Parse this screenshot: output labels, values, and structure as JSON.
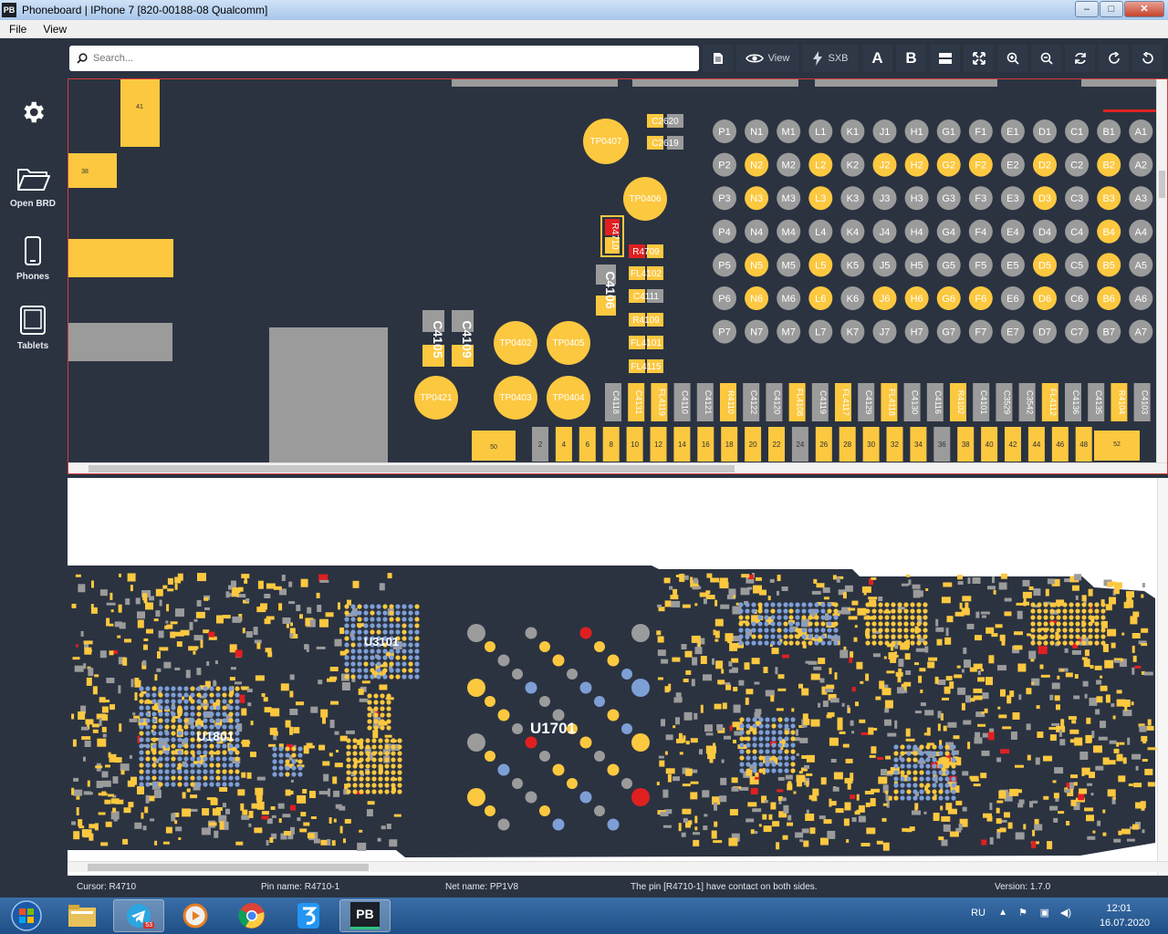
{
  "window": {
    "logo": "PB",
    "title": "Phoneboard | IPhone 7 [820-00188-08 Qualcomm]",
    "buttons": {
      "minimize": "–",
      "maximize": "□",
      "close": "✕"
    }
  },
  "menu": {
    "file": "File",
    "view": "View"
  },
  "sidebar": {
    "settings_icon": "gear-icon",
    "items": [
      {
        "label": "Open BRD",
        "icon": "folder-icon"
      },
      {
        "label": "Phones",
        "icon": "phone-icon"
      },
      {
        "label": "Tablets",
        "icon": "tablet-icon"
      }
    ]
  },
  "search": {
    "placeholder": "Search..."
  },
  "toolbar": {
    "view_label": "View",
    "sxb_label": "SXB",
    "a_label": "A",
    "b_label": "B"
  },
  "colors": {
    "board_bg": "#2b3341",
    "part_yellow": "#fcc840",
    "part_gray": "#9b9b9b",
    "part_red": "#e02020",
    "part_blue": "#7e9fd6",
    "highlight_border": "#d63b3b"
  },
  "top_view": {
    "pads": {
      "p41": "41",
      "p38": "38",
      "p50": "50",
      "p52": "52"
    },
    "test_points": [
      "TP0407",
      "TP0406",
      "TP0402",
      "TP0405",
      "TP0421",
      "TP0403",
      "TP0404"
    ],
    "components": {
      "c2620": "C2620",
      "c2619": "C2619",
      "r4710": "R4710",
      "r4709": "R4709",
      "fl4102": "FL4102",
      "c4111": "C4111",
      "r4109": "R4109",
      "fl4101": "FL4101",
      "fl4115": "FL4115",
      "c4106": "C4106",
      "c4105": "C4105",
      "c4109": "C4109"
    },
    "bga_columns": [
      "P",
      "N",
      "M",
      "L",
      "K",
      "J",
      "H",
      "G",
      "F",
      "E",
      "D",
      "C",
      "B",
      "A"
    ],
    "bga_rows": [
      "1",
      "2",
      "3",
      "4",
      "5",
      "6",
      "7"
    ],
    "bga_yellow": [
      "N2",
      "L2",
      "J2",
      "H2",
      "G2",
      "F2",
      "D2",
      "B2",
      "N3",
      "L3",
      "D3",
      "B3",
      "B4",
      "N5",
      "L5",
      "D5",
      "B5",
      "N6",
      "L6",
      "J6",
      "H6",
      "G6",
      "F6",
      "D6",
      "B6"
    ],
    "bottom_labels": [
      "C4118",
      "C4131",
      "FL4119",
      "C4110",
      "C4121",
      "R4110",
      "C4122",
      "C4120",
      "FL4108",
      "C4119",
      "FL4117",
      "C4129",
      "FL4118",
      "C4130",
      "C4116",
      "R4102",
      "C4101",
      "C3529",
      "C3542",
      "FL4112",
      "C4136",
      "C4135",
      "R4104",
      "C4103"
    ],
    "connector_pins": [
      "2",
      "4",
      "6",
      "8",
      "10",
      "12",
      "14",
      "16",
      "18",
      "20",
      "22",
      "24",
      "26",
      "28",
      "30",
      "32",
      "34",
      "36",
      "38",
      "40",
      "42",
      "44",
      "46",
      "48"
    ]
  },
  "board_view": {
    "chips": {
      "u3101": "U3101",
      "u1801": "U1801",
      "u1701": "U1701"
    }
  },
  "status": {
    "cursor": "Cursor: R4710",
    "pin_name": "Pin name: R4710-1",
    "net_name": "Net name: PP1V8",
    "message": "The pin [R4710-1] have contact on both sides.",
    "version": "Version: 1.7.0"
  },
  "taskbar": {
    "start_icon": "windows-start-icon",
    "telegram_badge": "53",
    "pb_label": "PB",
    "tray_lang": "RU",
    "clock_time": "12:01",
    "clock_date": "16.07.2020"
  }
}
